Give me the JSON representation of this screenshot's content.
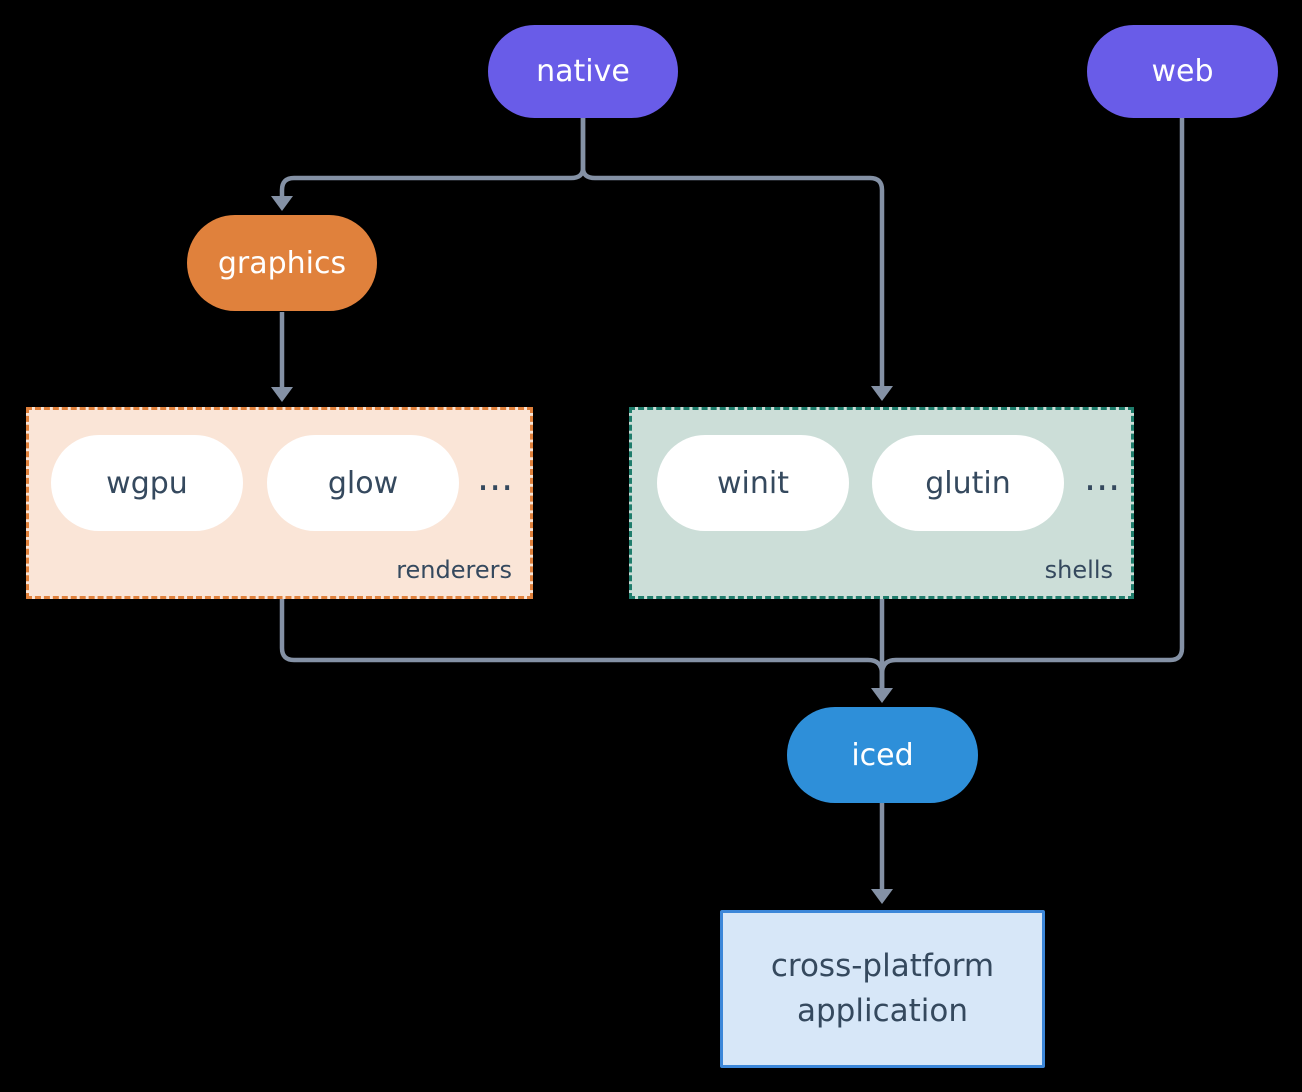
{
  "diagram": {
    "background_color": "#000000",
    "connector_color": "#8491A5",
    "text_dark_color": "#35495E",
    "nodes": {
      "native": {
        "label": "native",
        "color": "#695CE8"
      },
      "web": {
        "label": "web",
        "color": "#695CE8"
      },
      "graphics": {
        "label": "graphics",
        "color": "#E0813C"
      },
      "iced": {
        "label": "iced",
        "color": "#2E8FD9"
      },
      "wgpu": {
        "label": "wgpu",
        "color": "#FFFFFF"
      },
      "glow": {
        "label": "glow",
        "color": "#FFFFFF"
      },
      "winit": {
        "label": "winit",
        "color": "#FFFFFF"
      },
      "glutin": {
        "label": "glutin",
        "color": "#FFFFFF"
      }
    },
    "groups": {
      "renderers": {
        "label": "renderers",
        "more": "...",
        "fill": "#FAE5D7",
        "border": "#E0813C"
      },
      "shells": {
        "label": "shells",
        "more": "...",
        "fill": "#CCDED8",
        "border": "#1F7D6C"
      }
    },
    "app": {
      "line1": "cross-platform",
      "line2": "application",
      "fill": "#D7E7F8",
      "border": "#3C87D9"
    },
    "edges": [
      {
        "from": "native",
        "to": "graphics"
      },
      {
        "from": "native",
        "to": "shells"
      },
      {
        "from": "graphics",
        "to": "renderers"
      },
      {
        "from": "renderers",
        "to": "iced"
      },
      {
        "from": "shells",
        "to": "iced"
      },
      {
        "from": "web",
        "to": "iced"
      },
      {
        "from": "iced",
        "to": "application"
      }
    ]
  }
}
